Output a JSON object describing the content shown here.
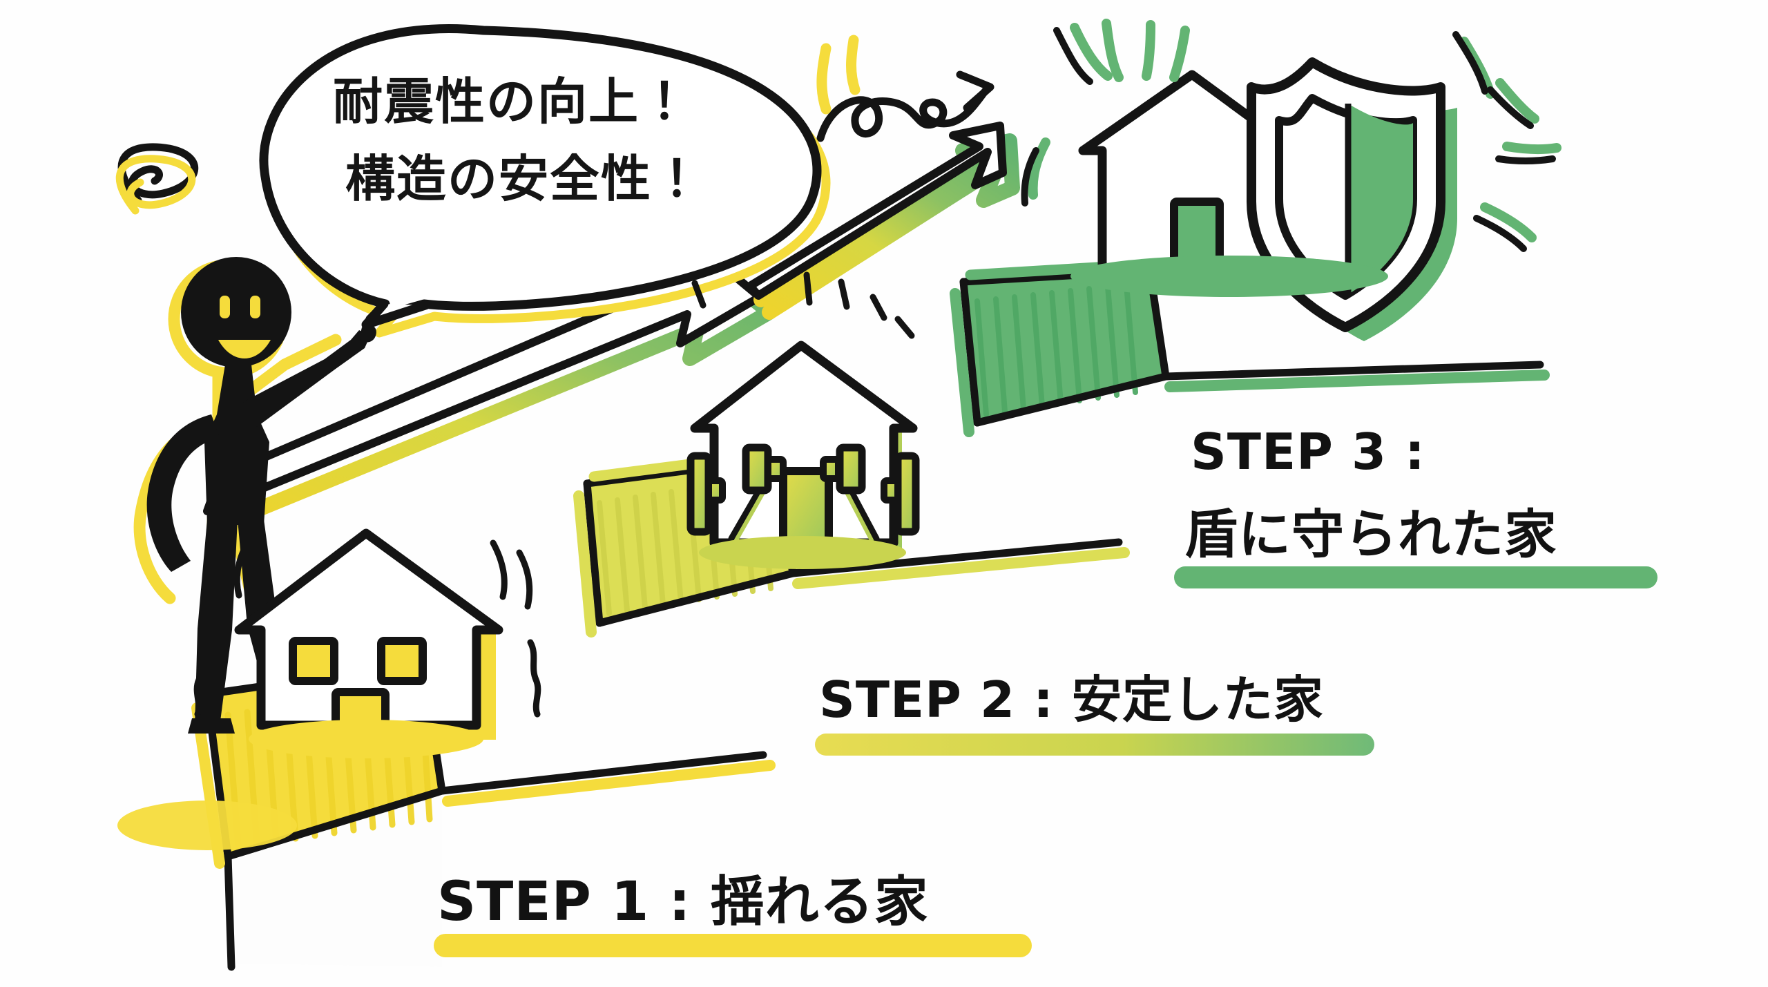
{
  "illustration": {
    "title_text_visible": false,
    "style": "hand-drawn whiteboard marker infographic"
  },
  "palette": {
    "ink": "#141414",
    "yellow": "#F5DC3C",
    "yellow_deep": "#EFD42C",
    "yellow_green": "#C6D14A",
    "green": "#63B473",
    "green_deep": "#4FA865",
    "paper": "#FEFEFE"
  },
  "speech_bubble": {
    "name": "speech-bubble",
    "line1": "耐震性の向上！",
    "line2": "構造の安全性！"
  },
  "character": {
    "name": "presenter-figure",
    "description": "black silhouette person with yellow outline, pointing up-right",
    "face": {
      "eyes": 2,
      "mouth": "smile"
    }
  },
  "arrow": {
    "name": "growth-arrow",
    "direction": "up-right",
    "gradient_from": "#EFD42C",
    "gradient_to": "#63B473"
  },
  "doodles": {
    "squiggle_arrow": "curly-arrow",
    "spiral": "spiral-doodle"
  },
  "steps": [
    {
      "id": "step1",
      "label": "STEP 1 :  揺れる家",
      "label_plain": "STEP 1",
      "sub": "揺れる家",
      "underline_color": "#F5DC3C",
      "platform_color": "#F5DC3C",
      "house": {
        "name": "shaking-house",
        "color": "#F5DC3C",
        "windows": 2,
        "door": 1,
        "motion_lines": true
      }
    },
    {
      "id": "step2",
      "label": "STEP 2 : 安定した家",
      "label_plain": "STEP 2",
      "sub": "安定した家",
      "underline_color_from": "#E8DC52",
      "underline_color_to": "#6FBA78",
      "platform_color": "#DCDE55",
      "house": {
        "name": "braced-house",
        "color": "#C6D14A",
        "windows": 0,
        "door": 1,
        "braces": true,
        "dampers": 4
      }
    },
    {
      "id": "step3",
      "label_line1": "STEP 3 :",
      "label_line2": "盾に守られた家",
      "label_plain": "STEP 3",
      "sub": "盾に守られた家",
      "underline_color": "#63B473",
      "platform_color": "#63B473",
      "house": {
        "name": "shielded-house",
        "color": "#63B473",
        "windows": 0,
        "door": 1,
        "shield": true,
        "sparkles": true
      }
    }
  ]
}
